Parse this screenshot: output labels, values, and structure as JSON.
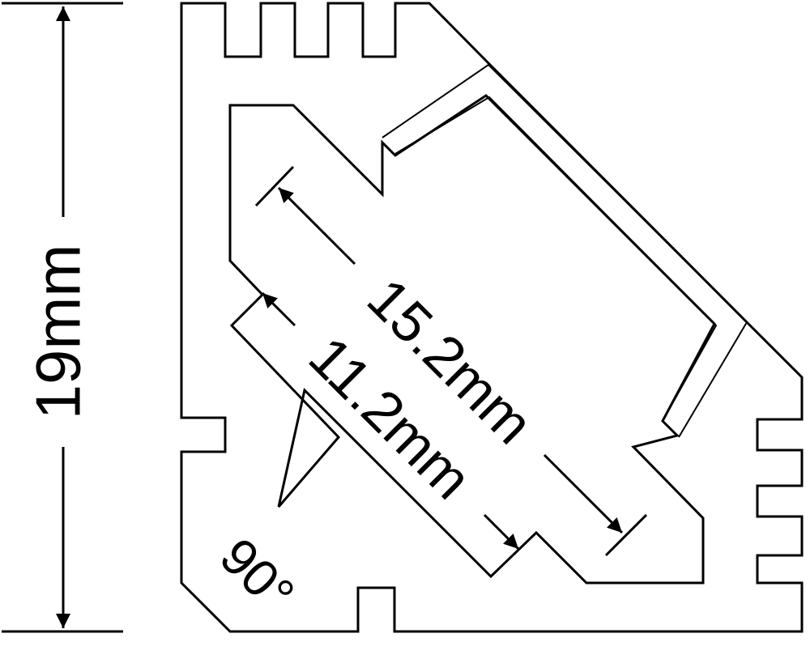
{
  "diagram": {
    "height_label": "19mm",
    "outer_diagonal_label": "15.2mm",
    "inner_diagonal_label": "11.2mm",
    "angle_label": "90°"
  },
  "colors": {
    "stroke": "#000000",
    "background": "#ffffff"
  }
}
